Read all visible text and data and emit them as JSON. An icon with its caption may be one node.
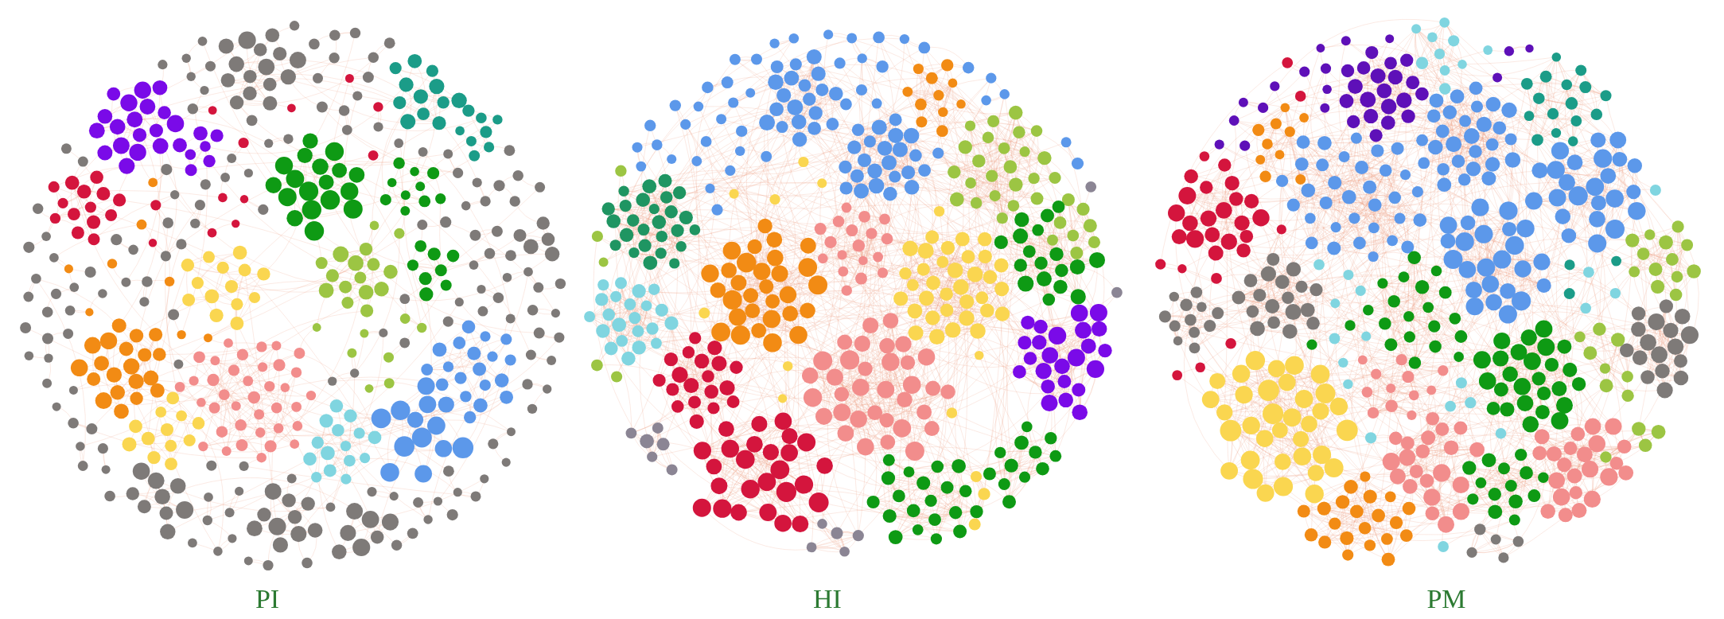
{
  "diagram": {
    "labels": [
      "PI",
      "HI",
      "PM"
    ]
  }
}
